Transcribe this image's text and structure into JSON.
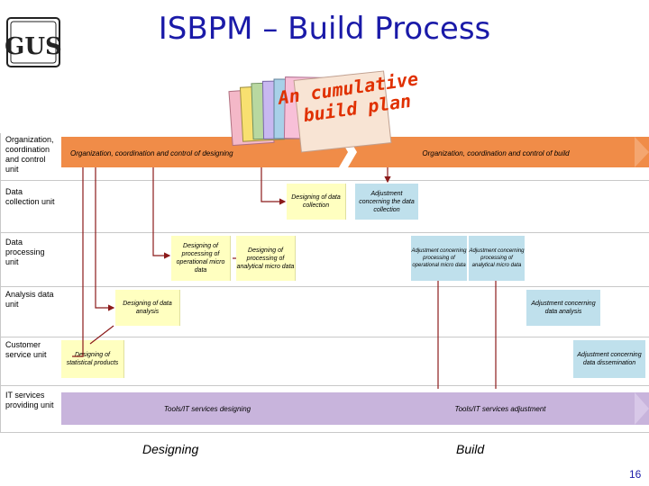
{
  "title": "ISBPM – Build Process",
  "logo": {
    "text": "GUS",
    "icon": "gus-logo-icon"
  },
  "stamp": {
    "line1": "An cumulative",
    "line2": "build plan"
  },
  "lanes": [
    "Organization, coordination and control unit",
    "Data collection unit",
    "Data processing unit",
    "Analysis data unit",
    "Customer service unit",
    "IT services providing unit"
  ],
  "org_bars": {
    "designing": "Organization, coordination and control of designing",
    "build": "Organization, coordination and control of build"
  },
  "boxes": {
    "designing_data_collection": "Designing of data collection",
    "adjustment_data_collection": "Adjustment concerning the data collection",
    "designing_operational": "Designing of processing of operational micro data",
    "designing_analytical": "Designing of processing of analytical micro data",
    "adjustment_operational": "Adjustment concerning processing of operational micro data",
    "adjustment_analytical": "Adjustment concerning processing of analytical micro data",
    "designing_analysis": "Designing of data analysis",
    "adjustment_analysis": "Adjustment concerning data analysis",
    "designing_statistical": "Designing of statistical products",
    "adjustment_dissemination": "Adjustment concerning data dissemination"
  },
  "it_bars": {
    "designing": "Tools/IT services designing",
    "adjustment": "Tools/IT services adjustment"
  },
  "footer": {
    "designing": "Designing",
    "build": "Build"
  },
  "page_number": "16",
  "colors": {
    "title": "#1a1aa8",
    "org_bar": "#f08c48",
    "it_bar": "#c8b4dc",
    "designing_box": "#ffffc0",
    "build_box": "#bfe0ec",
    "arrow": "#8b1a1a",
    "stamp_text": "#e03000"
  }
}
